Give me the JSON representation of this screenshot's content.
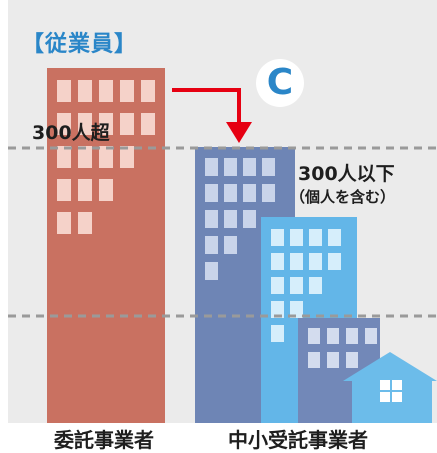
{
  "header": {
    "section_label": "【従業員】"
  },
  "badge": {
    "letter": "C"
  },
  "labels": {
    "over_300": "300人超",
    "under_300": "300人以下",
    "under_300_note": "（個人を含む）"
  },
  "footer": {
    "left_caption": "委託事業者",
    "right_caption": "中小受託事業者"
  },
  "colors": {
    "panel_bg": "#ebebeb",
    "left_building": "#c97161",
    "mid_building": "#6e85b5",
    "right_building": "#63b6e8",
    "small_building": "#7288b8",
    "house": "#6cbcea",
    "arrow": "#e60012",
    "accent_blue": "#2a86c8"
  }
}
